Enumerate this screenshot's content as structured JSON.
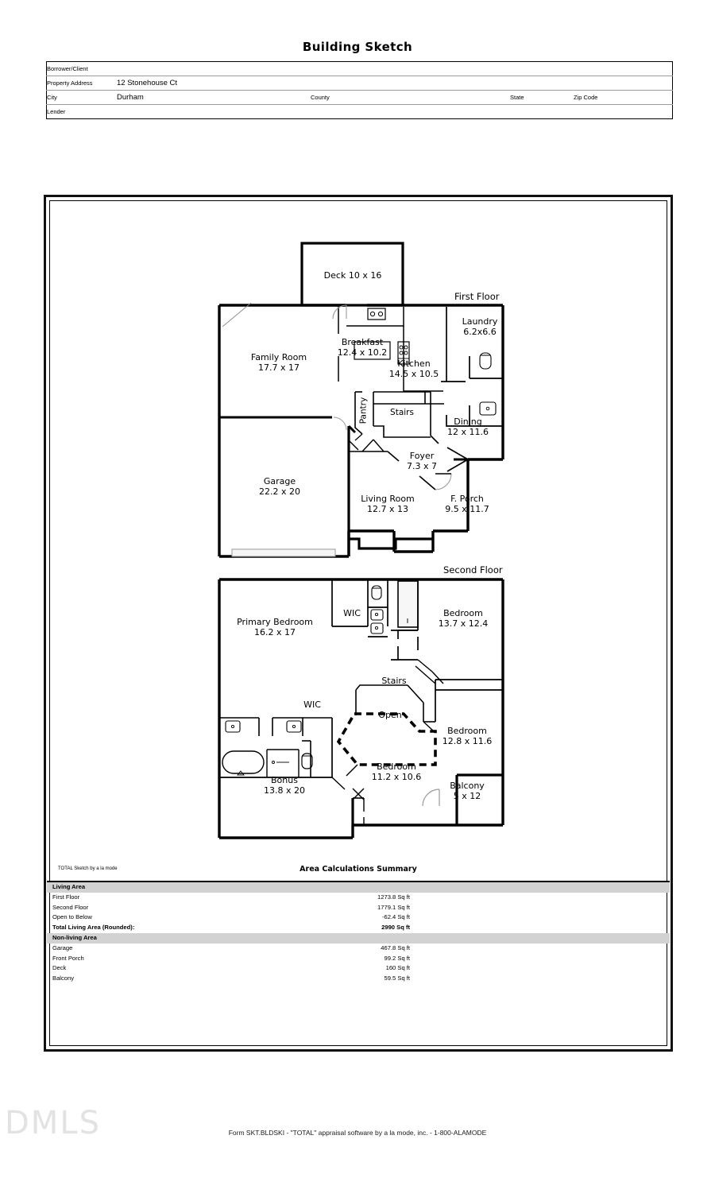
{
  "document": {
    "title": "Building Sketch",
    "footer": "Form SKT.BLDSKI - \"TOTAL\" appraisal software by a la mode, inc. - 1-800-ALAMODE",
    "watermark": "DMLS"
  },
  "header_form": {
    "rows": [
      {
        "label": "Borrower/Client",
        "value": ""
      },
      {
        "label": "Property Address",
        "value": "12 Stonehouse Ct"
      }
    ],
    "city_row": {
      "city_label": "City",
      "city_value": "Durham",
      "county_label": "County",
      "county_value": "",
      "state_label": "State",
      "state_value": "",
      "zip_label": "Zip Code",
      "zip_value": ""
    },
    "lender_row": {
      "label": "Lender",
      "value": ""
    }
  },
  "sketch": {
    "credit": "TOTAL Sketch by a la mode",
    "first_floor": {
      "title": "First Floor",
      "rooms": [
        {
          "name": "Deck",
          "dims": "10 x 16",
          "inline": true
        },
        {
          "name": "Family Room",
          "dims": "17.7 x 17"
        },
        {
          "name": "Breakfast",
          "dims": "12.4 x 10.2"
        },
        {
          "name": "Kitchen",
          "dims": "14.5 x 10.5"
        },
        {
          "name": "Laundry",
          "dims": "6.2x6.6"
        },
        {
          "name": "Pantry",
          "dims": ""
        },
        {
          "name": "Stairs",
          "dims": ""
        },
        {
          "name": "Dining",
          "dims": "12 x 11.6"
        },
        {
          "name": "Foyer",
          "dims": "7.3 x 7"
        },
        {
          "name": "Garage",
          "dims": "22.2 x 20"
        },
        {
          "name": "Living Room",
          "dims": "12.7 x 13"
        },
        {
          "name": "F. Porch",
          "dims": "9.5 x 11.7"
        }
      ]
    },
    "second_floor": {
      "title": "Second Floor",
      "rooms": [
        {
          "name": "Primary Bedroom",
          "dims": "16.2 x 17"
        },
        {
          "name": "WIC",
          "dims": ""
        },
        {
          "name": "Bedroom",
          "dims": "13.7 x 12.4"
        },
        {
          "name": "WIC",
          "dims": ""
        },
        {
          "name": "Stairs",
          "dims": ""
        },
        {
          "name": "Open",
          "dims": ""
        },
        {
          "name": "Bedroom",
          "dims": "12.8 x 11.6"
        },
        {
          "name": "Bonus",
          "dims": "13.8 x 20"
        },
        {
          "name": "Bedroom",
          "dims": "11.2 x 10.6"
        },
        {
          "name": "Balcony",
          "dims": "5 x 12"
        }
      ]
    }
  },
  "area_summary": {
    "title": "Area Calculations Summary",
    "sections": [
      {
        "heading": "Living Area",
        "rows": [
          {
            "name": "First Floor",
            "value": "1273.8 Sq ft"
          },
          {
            "name": "Second Floor",
            "value": "1779.1 Sq ft"
          },
          {
            "name": "Open to Below",
            "value": "-62.4 Sq ft"
          }
        ],
        "total": {
          "name": "Total Living Area (Rounded):",
          "value": "2990 Sq ft"
        }
      },
      {
        "heading": "Non-living Area",
        "rows": [
          {
            "name": "Garage",
            "value": "467.8 Sq ft"
          },
          {
            "name": "Front Porch",
            "value": "99.2 Sq ft"
          },
          {
            "name": "Deck",
            "value": "160 Sq ft"
          },
          {
            "name": "Balcony",
            "value": "59.5 Sq ft"
          }
        ],
        "total": null
      }
    ]
  }
}
